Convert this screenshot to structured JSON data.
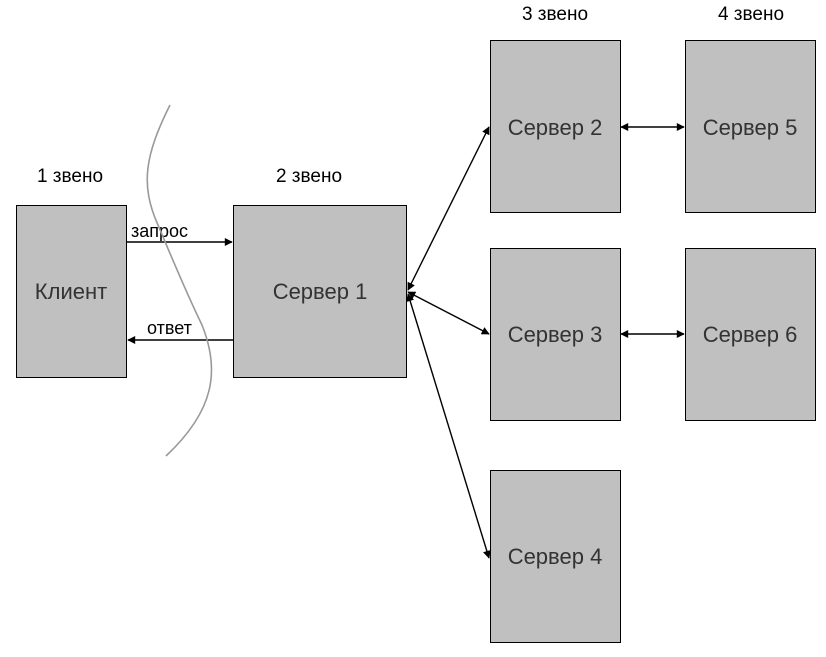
{
  "tiers": {
    "tier1": "1 звено",
    "tier2": "2 звено",
    "tier3": "3 звено",
    "tier4": "4 звено"
  },
  "nodes": {
    "client": "Клиент",
    "server1": "Сервер 1",
    "server2": "Сервер 2",
    "server3": "Сервер 3",
    "server4": "Сервер 4",
    "server5": "Сервер 5",
    "server6": "Сервер 6"
  },
  "edges": {
    "request": "запрос",
    "response": "ответ"
  },
  "colors": {
    "box_fill": "#c0c0c0",
    "box_text": "#333333",
    "line": "#000000",
    "arc": "#999999"
  }
}
